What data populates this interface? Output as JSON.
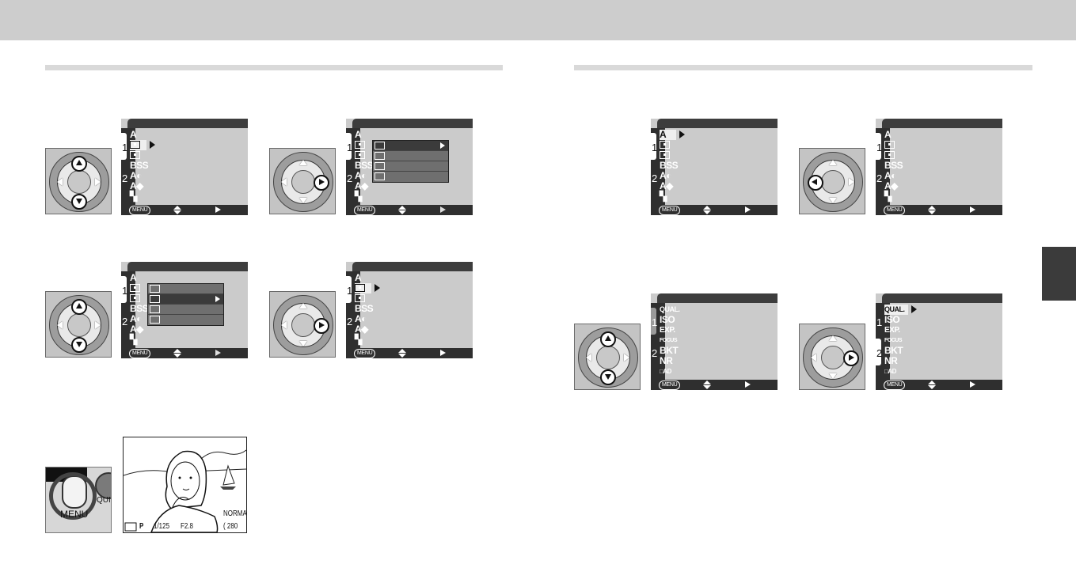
{
  "accent_color": "#3b3b3b",
  "footer_menu_label": "MENU",
  "camera_button_label": "MENU",
  "camera_quick_label": "QUIC",
  "preview_readout": {
    "mode": "P",
    "shutter": "1/125",
    "aperture": "F2.8",
    "quality": "NORMAL",
    "frames": "( 280"
  },
  "page_numbers": {
    "one": "1",
    "two": "2"
  },
  "menu_page_icons": [
    "A",
    "metering-icon",
    "S",
    "BSS",
    "A◐",
    "A◆",
    "hatch-icon"
  ],
  "setup_page_icons": [
    "QUAL.",
    "ISO",
    "EXP.",
    "FOCUS",
    "BKT",
    "NR",
    "□AD"
  ]
}
